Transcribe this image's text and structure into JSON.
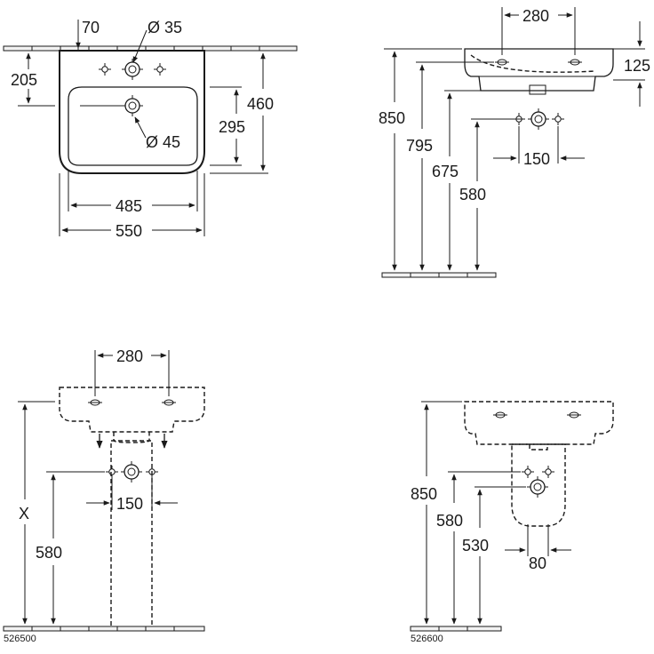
{
  "dims": {
    "d70": "70",
    "d35": "Ø 35",
    "d205": "205",
    "d295": "295",
    "d460": "460",
    "d45": "Ø 45",
    "d485": "485",
    "d550": "550",
    "d280a": "280",
    "d125": "125",
    "d850a": "850",
    "d795": "795",
    "d675": "675",
    "d580a": "580",
    "d150a": "150",
    "d280b": "280",
    "d150b": "150",
    "dX": "X",
    "d580b": "580",
    "d850b": "850",
    "d580c": "580",
    "d530": "530",
    "d80": "80"
  },
  "codes": {
    "left": "526500",
    "right": "526600"
  }
}
